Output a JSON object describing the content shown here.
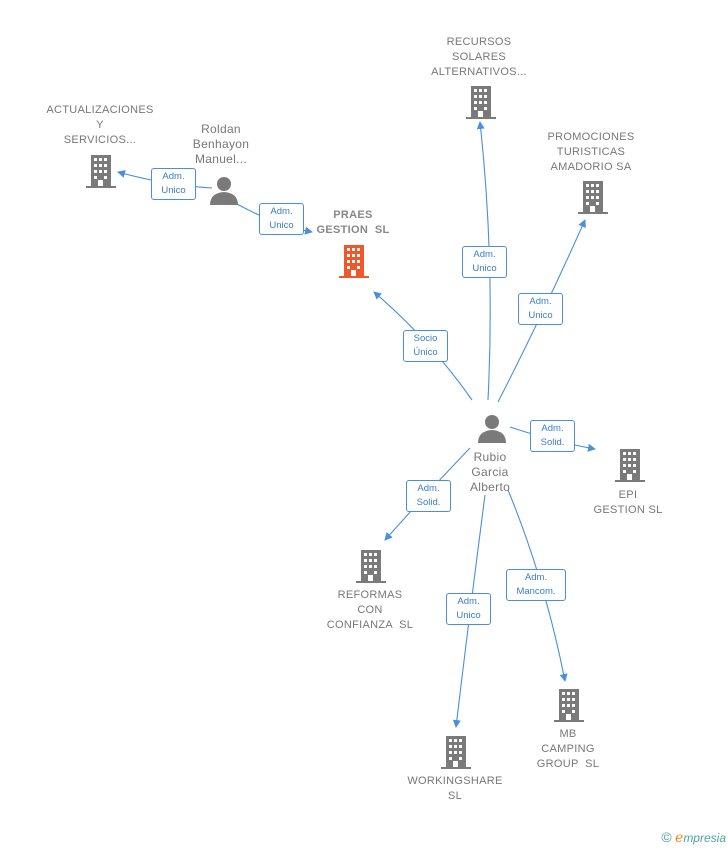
{
  "nodes": {
    "actualizaciones": {
      "label": "ACTUALIZACIONES\nY\nSERVICIOS...",
      "type": "company"
    },
    "roldan": {
      "label": "Roldan\nBenhayon\nManuel...",
      "type": "person"
    },
    "praes": {
      "label": "PRAES\nGESTION  SL",
      "type": "company-main"
    },
    "recursos": {
      "label": "RECURSOS\nSOLARES\nALTERNATIVOS...",
      "type": "company"
    },
    "promociones": {
      "label": "PROMOCIONES\nTURISTICAS\nAMADORIO SA",
      "type": "company"
    },
    "rubio": {
      "label": "Rubio\nGarcia\nAlberto",
      "type": "person"
    },
    "epi": {
      "label": "EPI\nGESTION SL",
      "type": "company"
    },
    "reformas": {
      "label": "REFORMAS\nCON\nCONFIANZA  SL",
      "type": "company"
    },
    "workingshare": {
      "label": "WORKINGSHARE\nSL",
      "type": "company"
    },
    "mbcamping": {
      "label": "MB\nCAMPING\nGROUP  SL",
      "type": "company"
    }
  },
  "edges": {
    "roldan_actualizaciones": "Adm.\nUnico",
    "roldan_praes": "Adm.\nUnico",
    "rubio_praes": "Socio\nÚnico",
    "rubio_recursos": "Adm.\nUnico",
    "rubio_promociones": "Adm.\nUnico",
    "rubio_epi": "Adm.\nSolid.",
    "rubio_reformas": "Adm.\nSolid.",
    "rubio_workingshare": "Adm.\nUnico",
    "rubio_mbcamping": "Adm.\nMancom."
  },
  "colors": {
    "edge": "#4a8fd9",
    "company_icon": "#7a7a7a",
    "main_icon": "#f0572a",
    "person_icon": "#7a7a7a"
  },
  "brand": {
    "copyright": "©",
    "e": "e",
    "rest": "mpresia"
  }
}
